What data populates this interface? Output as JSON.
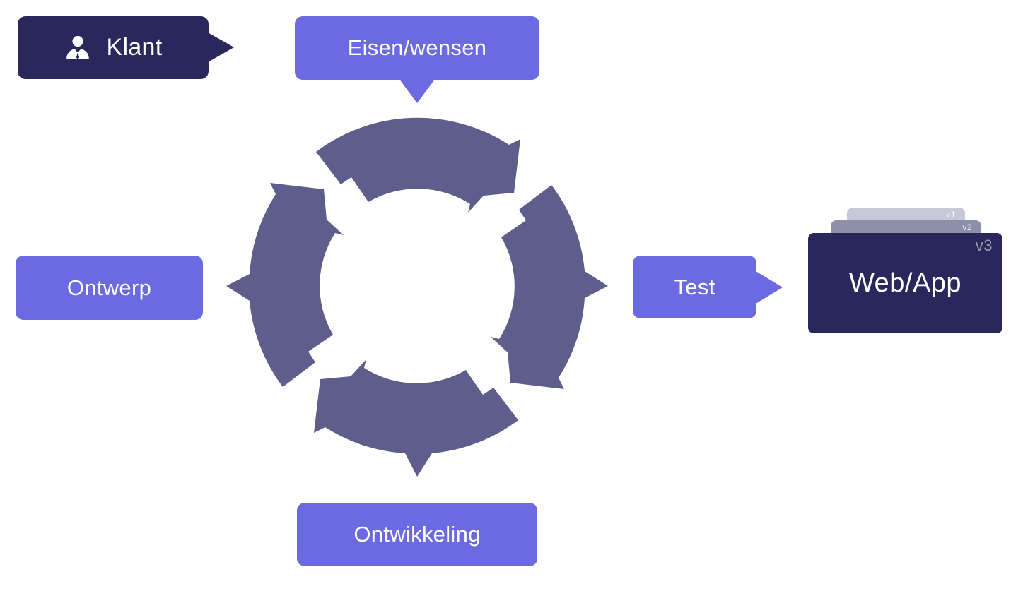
{
  "nodes": {
    "klant": {
      "label": "Klant"
    },
    "eisen": {
      "label": "Eisen/wensen"
    },
    "ontwerp": {
      "label": "Ontwerp"
    },
    "test": {
      "label": "Test"
    },
    "ontwikkeling": {
      "label": "Ontwikkeling"
    },
    "webapp": {
      "label": "Web/App",
      "versions": {
        "v1": "v1",
        "v2": "v2",
        "v3": "v3"
      }
    }
  },
  "colors": {
    "background": "#ffffff",
    "navy": "#29275c",
    "purple": "#6b6ae1",
    "cycle_arrow": "#5e5d8b",
    "stack_v1": "#c9c8d9",
    "stack_v2": "#908fa9",
    "v3_label": "#9b9ab6",
    "text": "#ffffff"
  }
}
